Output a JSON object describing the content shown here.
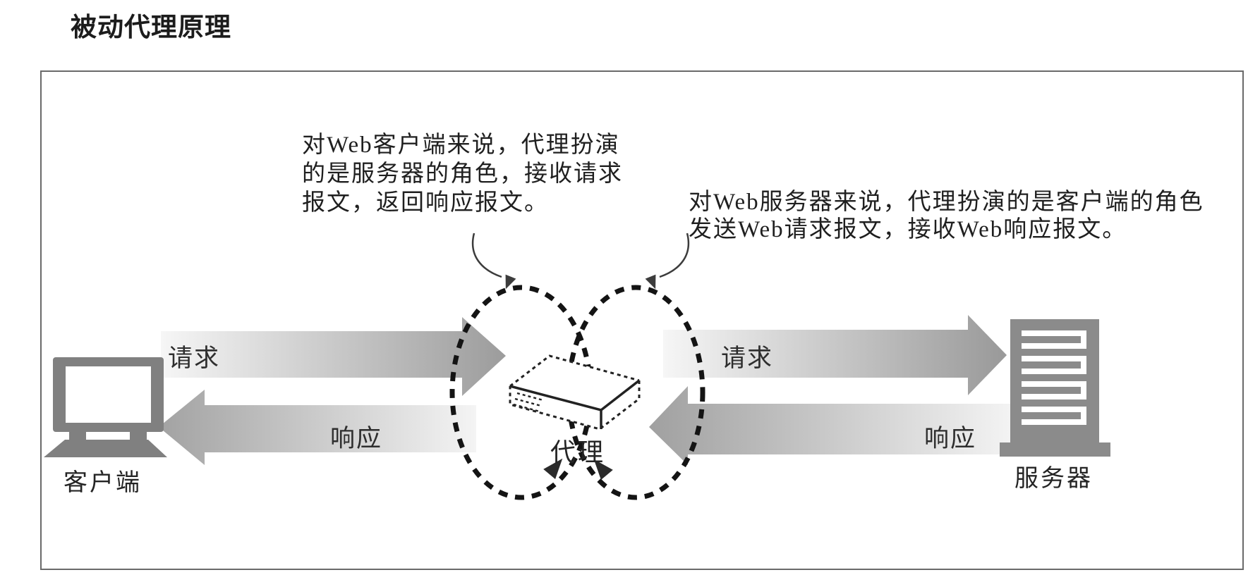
{
  "title": "被动代理原理",
  "colors": {
    "arrow_tail": "#f5f5f5",
    "arrow_head": "#9d9d9d",
    "icon_gray": "#808080",
    "server_gray": "#8b8b8b",
    "dash_black": "#141414",
    "pointer_gray": "#3c3c3c",
    "text_dark": "#1f1f1f",
    "frame_border": "#6a6a6a"
  },
  "nodes": {
    "client": {
      "label": "客户端"
    },
    "proxy": {
      "label": "代理"
    },
    "server": {
      "label": "服务器"
    }
  },
  "flows": {
    "client_request": {
      "label": "请求",
      "direction": "right"
    },
    "client_response": {
      "label": "响应",
      "direction": "left"
    },
    "server_request": {
      "label": "请求",
      "direction": "right"
    },
    "server_response": {
      "label": "响应",
      "direction": "left"
    }
  },
  "annotations": {
    "client_side": {
      "line1": "对Web客户端来说，代理扮演",
      "line2": "的是服务器的角色，接收请求",
      "line3": "报文，返回响应报文。"
    },
    "server_side": {
      "line1": "对Web服务器来说，代理扮演的是客户端的角色",
      "line2": "发送Web请求报文，接收Web响应报文。"
    }
  }
}
